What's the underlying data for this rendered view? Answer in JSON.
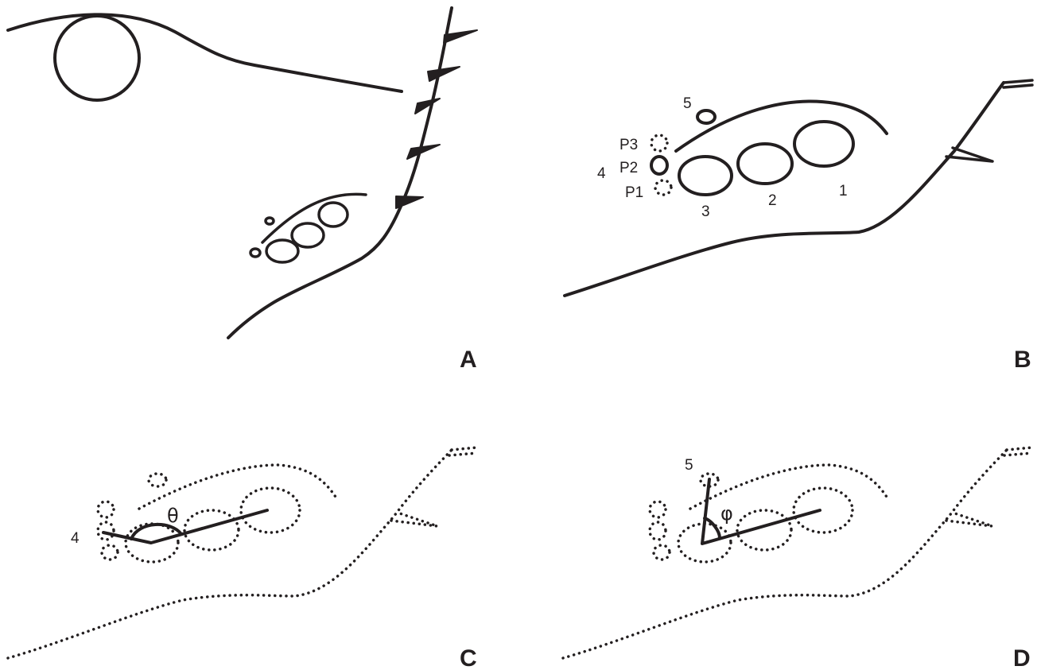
{
  "panels": {
    "a": {
      "letter": "A"
    },
    "b": {
      "letter": "B",
      "labels": {
        "l1": "1",
        "l2": "2",
        "l3": "3",
        "l4": "4",
        "l5": "5",
        "p1": "P1",
        "p2": "P2",
        "p3": "P3"
      }
    },
    "c": {
      "letter": "C",
      "label4": "4",
      "angle": "θ"
    },
    "d": {
      "letter": "D",
      "label5": "5",
      "angle": "φ"
    }
  },
  "colors": {
    "ink": "#231f20",
    "background": "#ffffff"
  }
}
